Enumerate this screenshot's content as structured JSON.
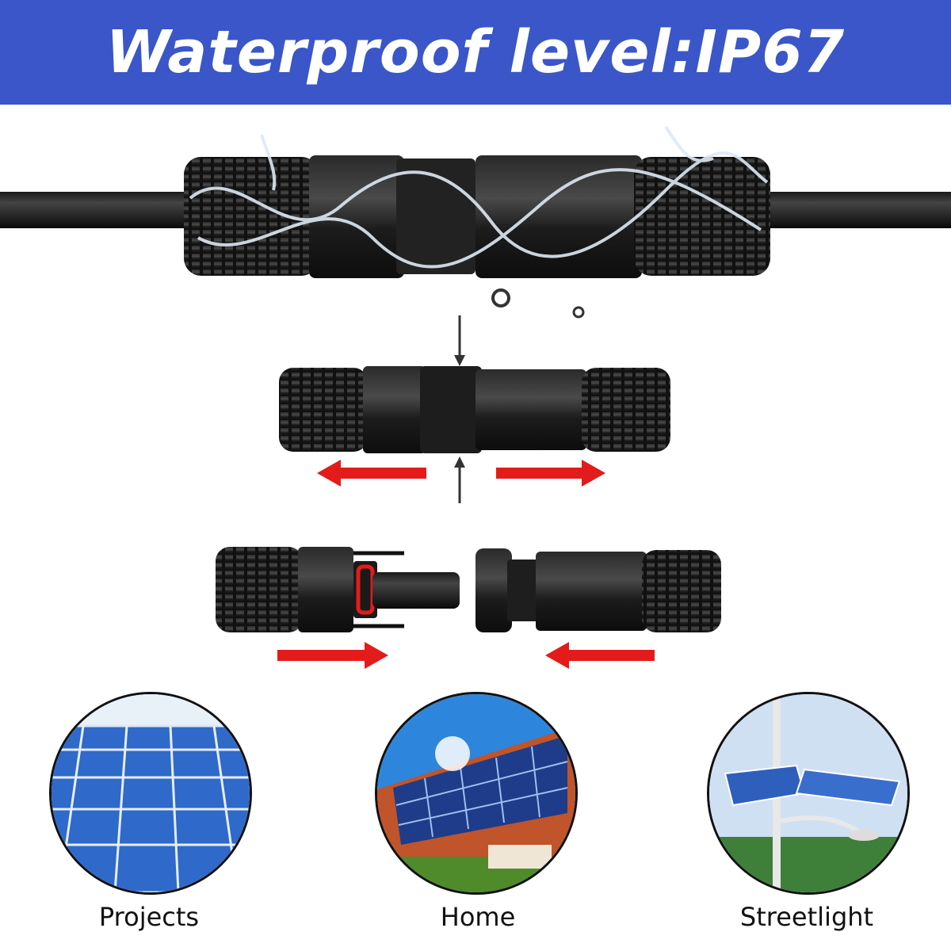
{
  "banner": {
    "title": "Waterproof level:IP67",
    "background": "#3a56c9"
  },
  "arrow_color": "#e41b1b",
  "applications": [
    {
      "label": "Projects",
      "icon": "solar-farm-icon"
    },
    {
      "label": "Home",
      "icon": "house-roof-solar-icon"
    },
    {
      "label": "Streetlight",
      "icon": "solar-streetlight-icon"
    }
  ]
}
